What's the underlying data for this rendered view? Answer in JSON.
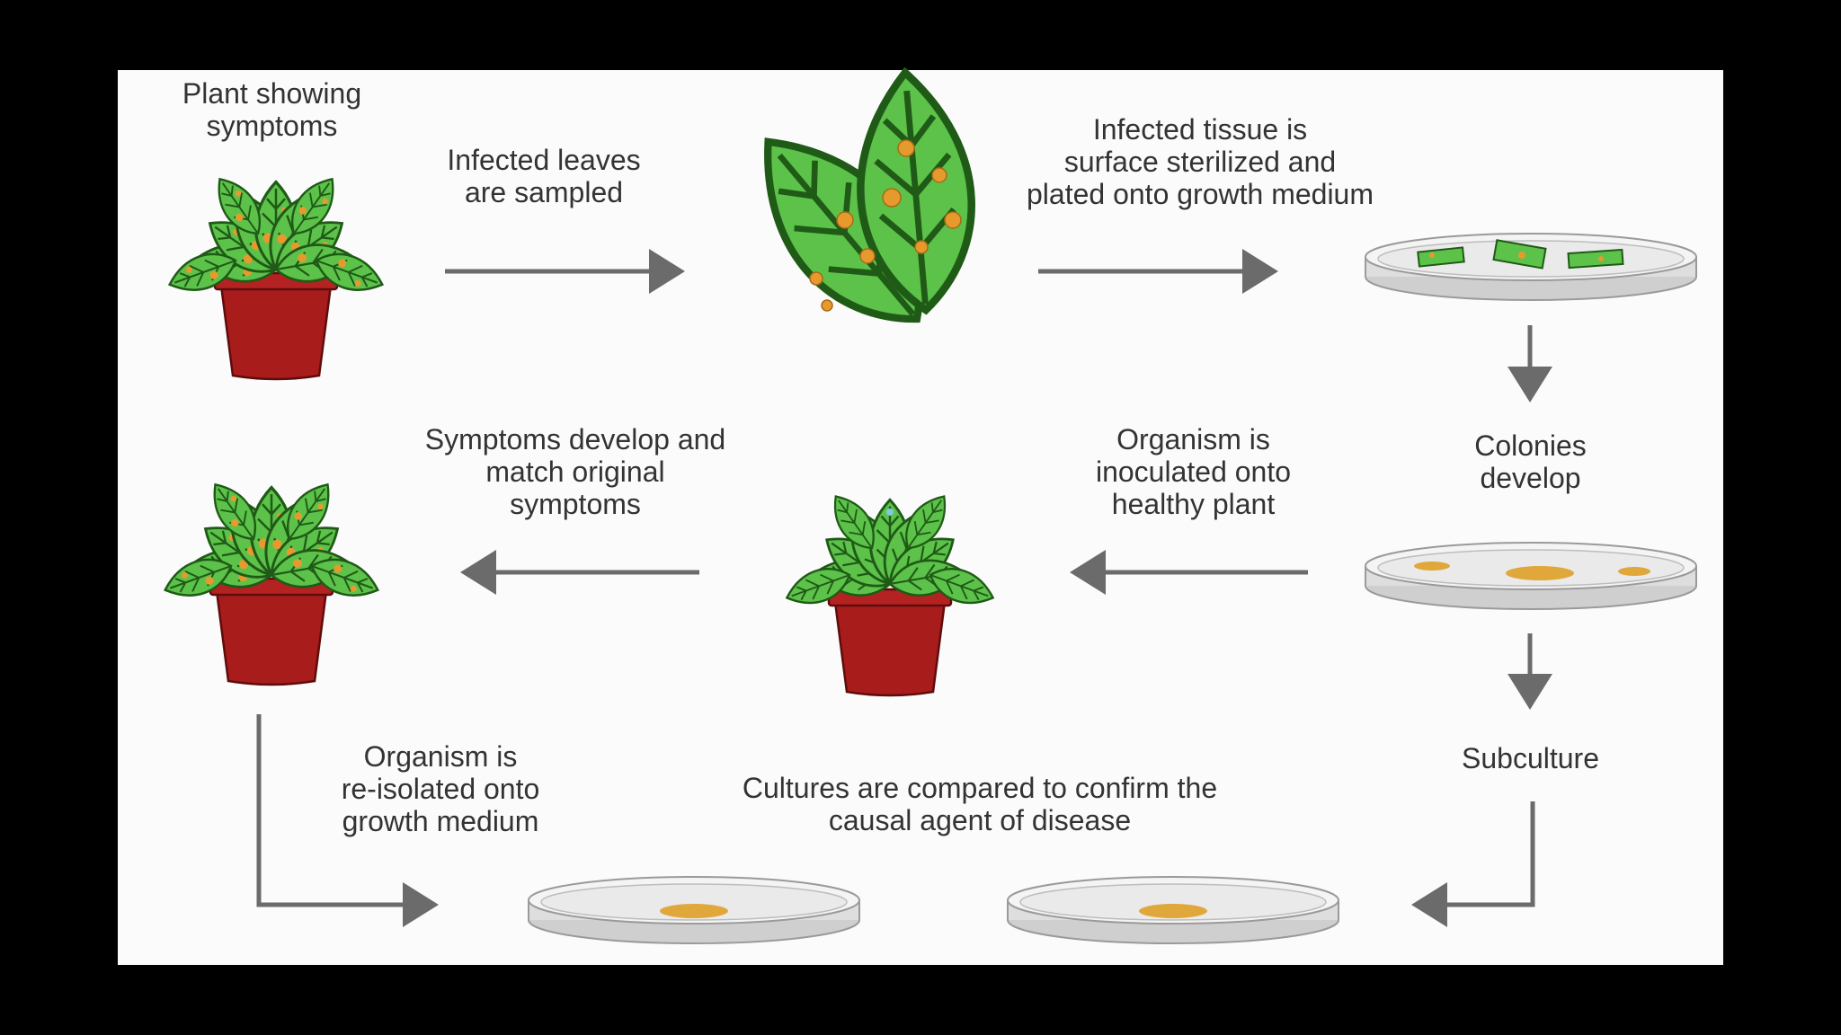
{
  "labels": {
    "plant_symptoms": "Plant showing\nsymptoms",
    "leaves_sampled": "Infected leaves\nare sampled",
    "tissue_sterilized": "Infected tissue is\nsurface sterilized and\nplated onto growth medium",
    "colonies_develop": "Colonies\ndevelop",
    "organism_inoculated": "Organism is\ninoculated onto\nhealthy plant",
    "symptoms_match": "Symptoms develop and\nmatch original\nsymptoms",
    "subculture": "Subculture",
    "reisolated": "Organism is\nre-isolated onto\ngrowth medium",
    "cultures_compared": "Cultures are compared to confirm the\ncausal agent of disease"
  },
  "colors": {
    "background": "#000000",
    "panel": "#fbfbfb",
    "leaf": "#5cc24a",
    "leaf_vein": "#1f5a16",
    "pot": "#a81c1c",
    "lesion": "#e69a2e",
    "colony": "#e0a73a",
    "dish": "#d9d9d9",
    "arrow": "#6b6b6b"
  }
}
